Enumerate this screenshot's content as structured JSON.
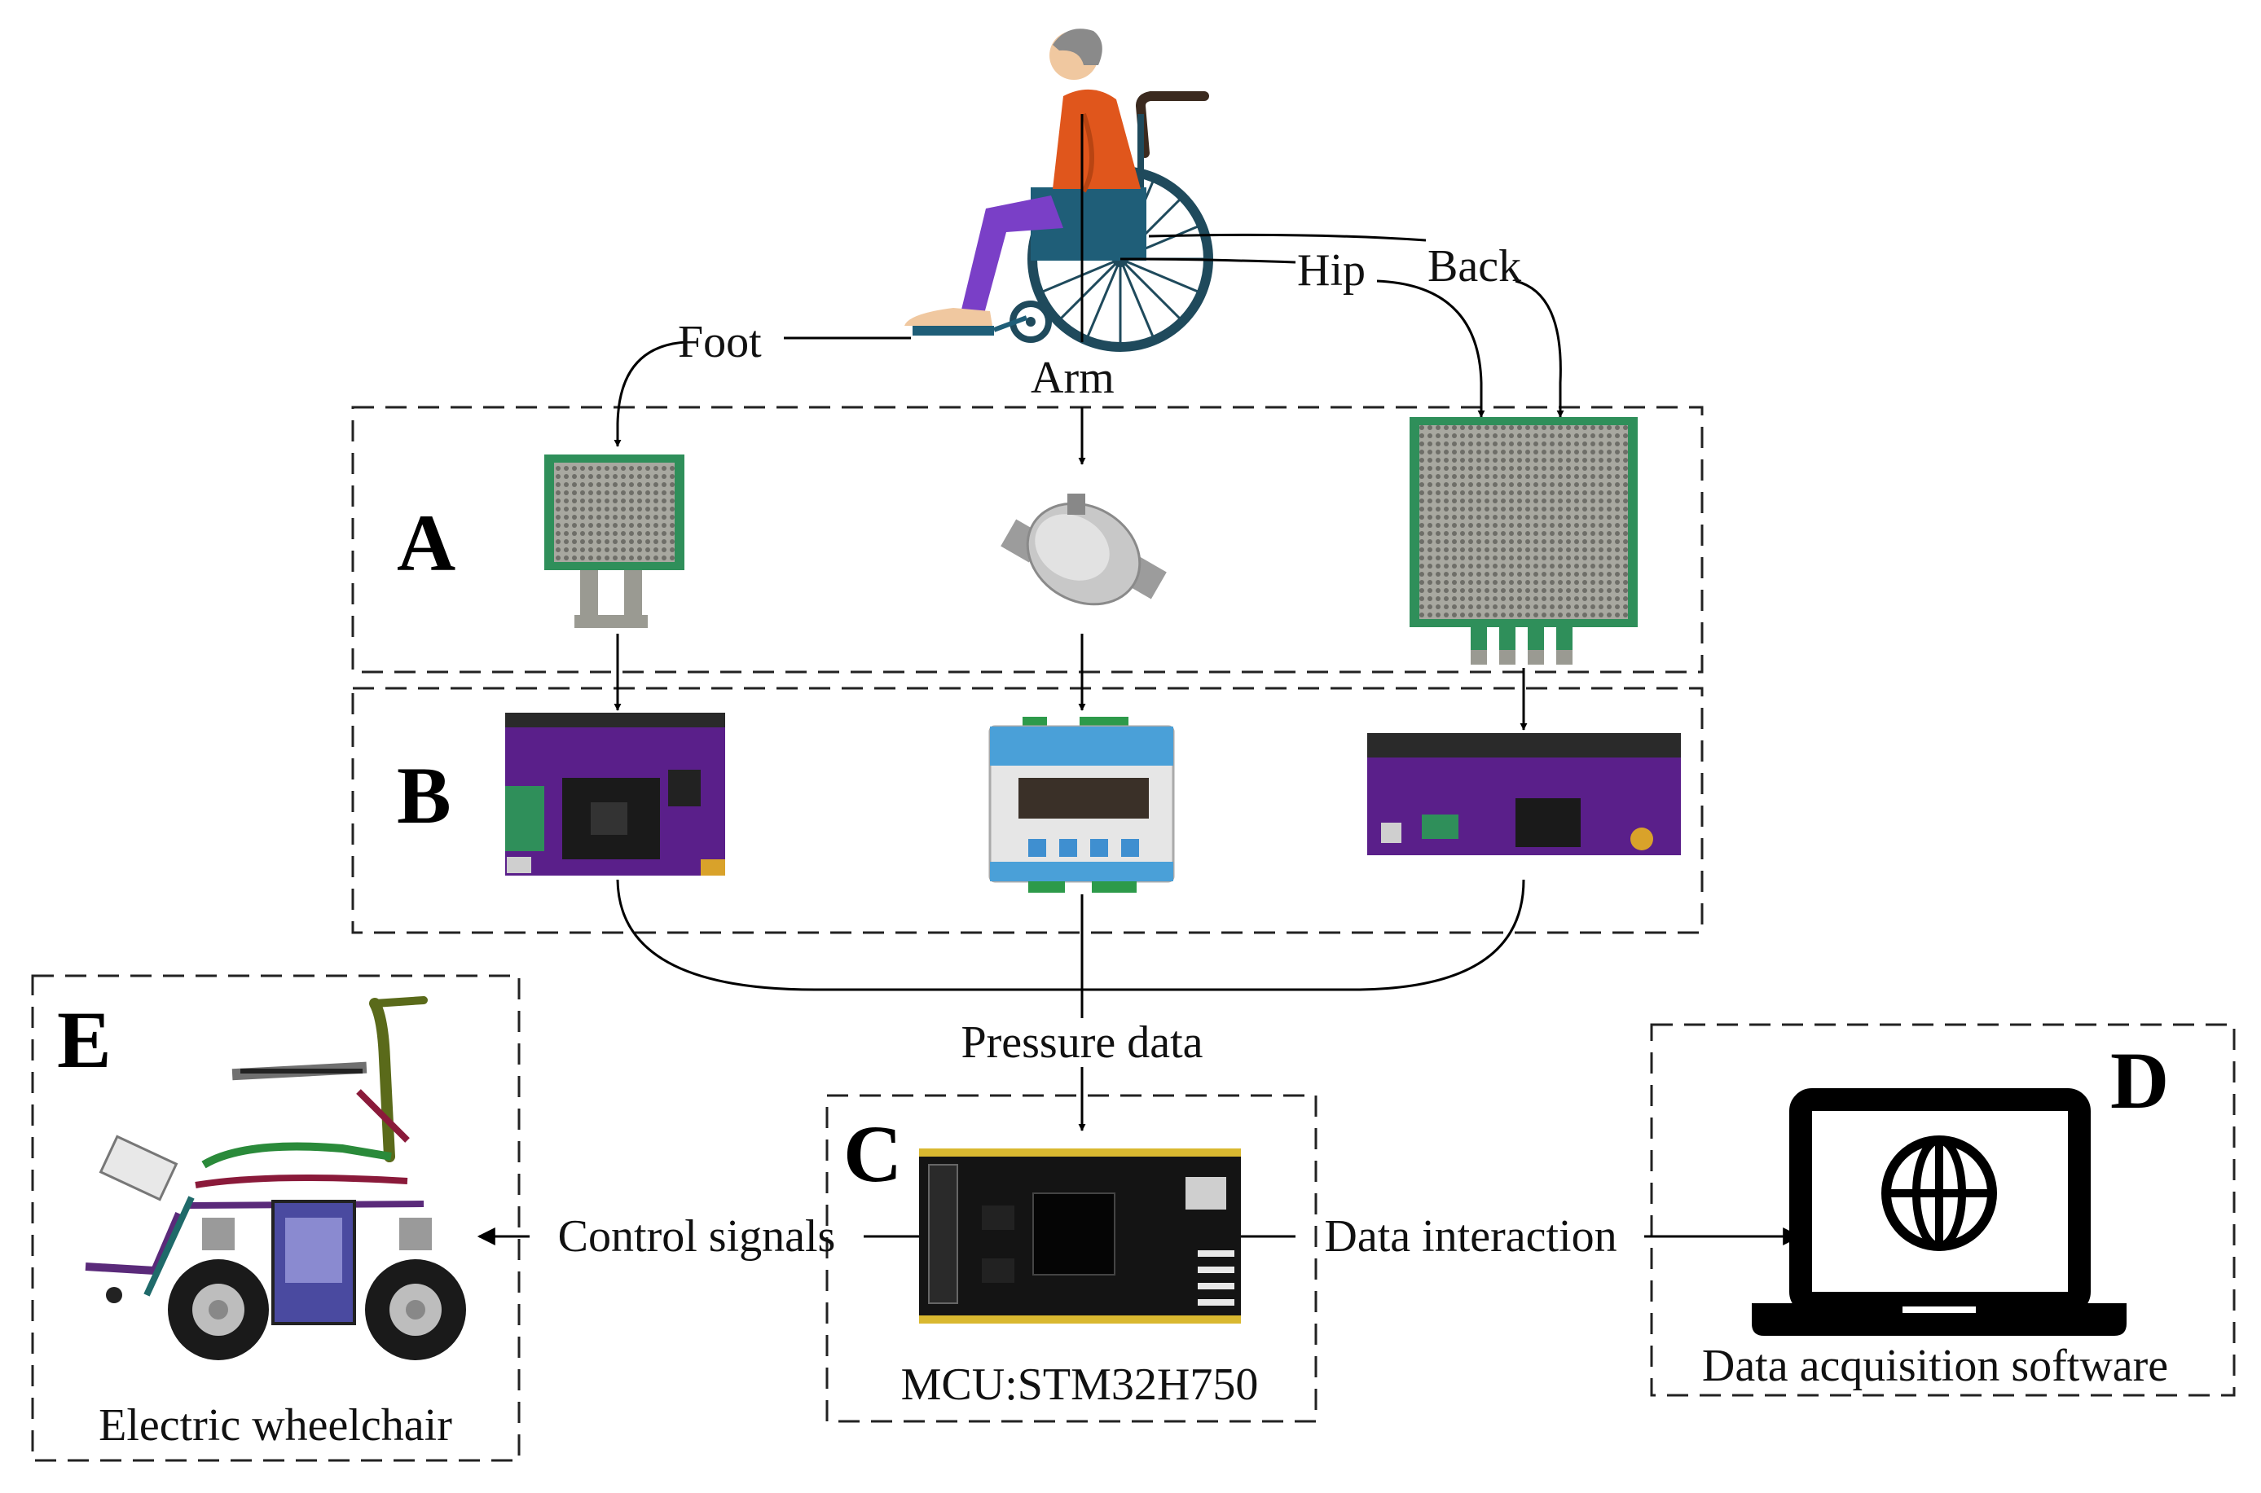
{
  "panels": {
    "a": {
      "letter": "A"
    },
    "b": {
      "letter": "B"
    },
    "c": {
      "letter": "C",
      "caption": "MCU:STM32H750"
    },
    "d": {
      "letter": "D",
      "caption": "Data acquisition software"
    },
    "e": {
      "letter": "E",
      "caption": "Electric wheelchair"
    }
  },
  "body_parts": {
    "foot": "Foot",
    "arm": "Arm",
    "hip": "Hip",
    "back": "Back"
  },
  "flows": {
    "pressure_data": "Pressure data",
    "control_signals": "Control signals",
    "data_interaction": "Data interaction"
  },
  "colors": {
    "pcb_green": "#2f8f5a",
    "board_purple": "#5a1f8a",
    "shirt_orange": "#e0561c",
    "pants_purple": "#7a3fc7",
    "chair_teal": "#1f5e78",
    "laptop_black": "#000000"
  },
  "icons": [
    "wheelchair-user-icon",
    "pressure-mat-icon",
    "load-cell-icon",
    "acquisition-board-icon",
    "amplifier-module-icon",
    "mcu-board-icon",
    "laptop-globe-icon",
    "electric-wheelchair-icon"
  ]
}
